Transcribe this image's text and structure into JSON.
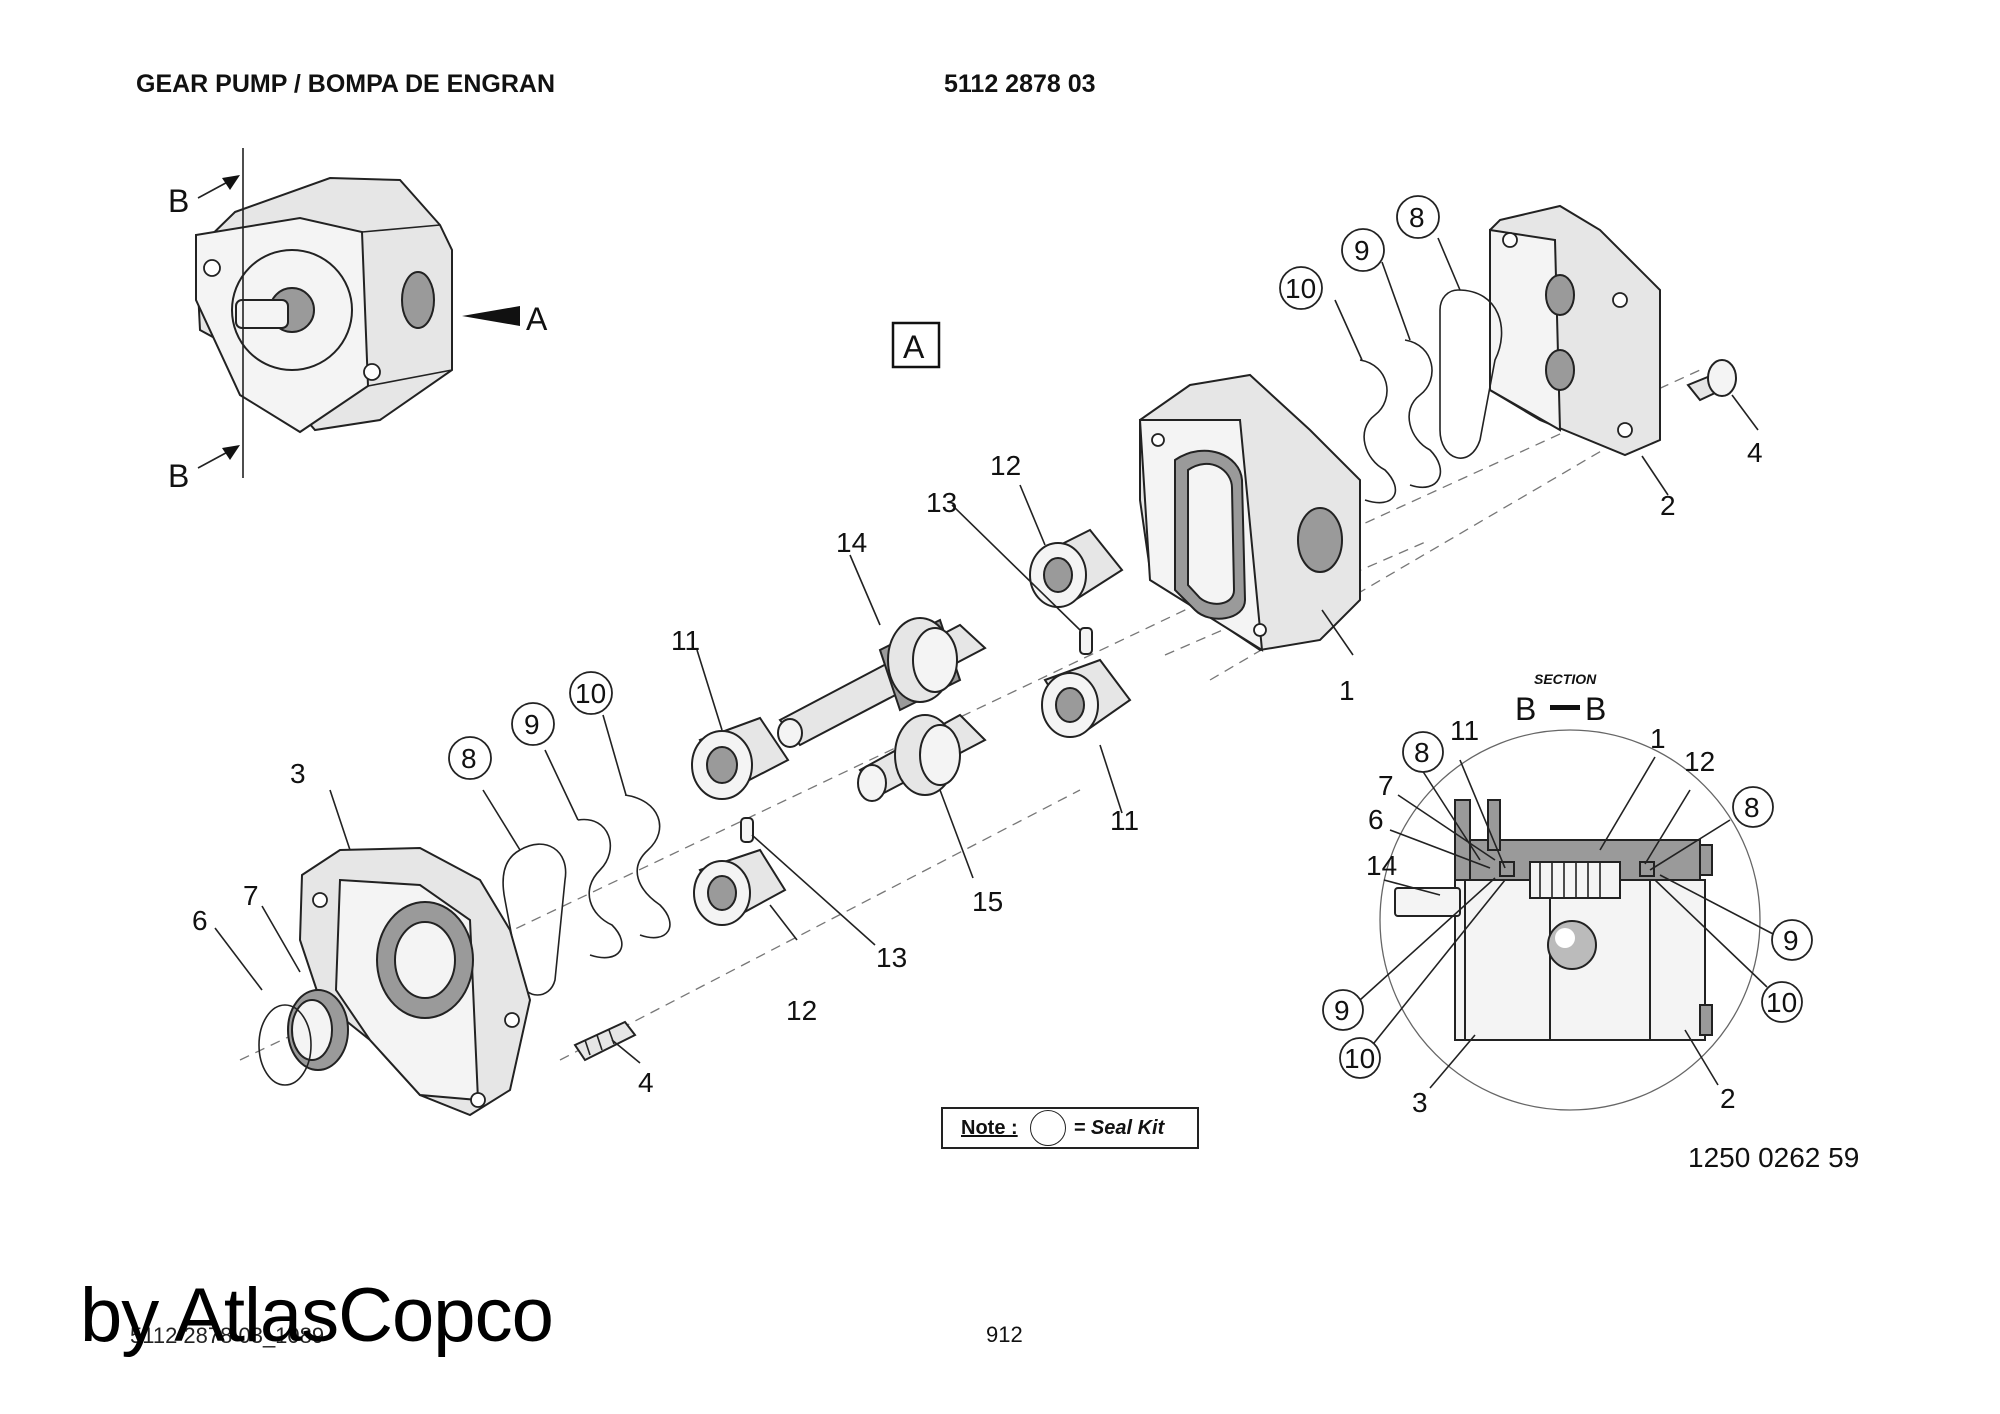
{
  "header": {
    "title": "GEAR PUMP / BOMPA DE ENGRAN",
    "part_number": "5112 2878 03"
  },
  "view_markers": {
    "section_arrow_top": "B",
    "section_arrow_bottom": "B",
    "view_arrow": "A",
    "view_box": "A"
  },
  "exploded_callouts": {
    "c1": "1",
    "c2": "2",
    "c3": "3",
    "c4a": "4",
    "c4b": "4",
    "c6": "6",
    "c7": "7",
    "c8a": "8",
    "c8b": "8",
    "c9a": "9",
    "c9b": "9",
    "c10a": "10",
    "c10b": "10",
    "c11a": "11",
    "c11b": "11",
    "c12a": "12",
    "c12b": "12",
    "c13a": "13",
    "c13b": "13",
    "c14": "14",
    "c15": "15"
  },
  "section_view": {
    "heading": "SECTION",
    "label_left": "B",
    "label_right": "B",
    "callouts": {
      "s1": "1",
      "s2": "2",
      "s3": "3",
      "s6": "6",
      "s7": "7",
      "s8a": "8",
      "s8b": "8",
      "s9a": "9",
      "s9b": "9",
      "s10a": "10",
      "s10b": "10",
      "s11": "11",
      "s12": "12",
      "s14": "14"
    }
  },
  "note": {
    "label": "Note :",
    "text": "= Seal Kit"
  },
  "drawing_number": "1250 0262 59",
  "footer": {
    "file_reference": "5112 2878 03_1089",
    "page_number": "912",
    "watermark": "by AtlasCopco"
  }
}
